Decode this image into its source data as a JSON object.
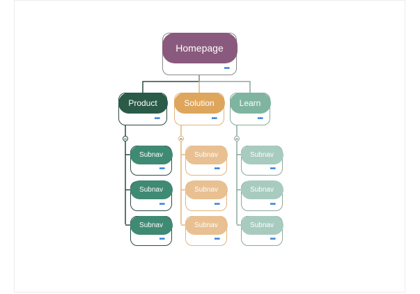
{
  "root": {
    "label": "Homepage",
    "color": "#8a5a7e",
    "more_icon": "ellipsis-icon"
  },
  "branches": [
    {
      "label": "Product",
      "color": "#2a5a48",
      "line": "#2a4a40",
      "sub_color": "#3f8a73",
      "subnavs": [
        "Subnav",
        "Subnav",
        "Subnav"
      ]
    },
    {
      "label": "Solution",
      "color": "#dea65c",
      "line": "#e2b47a",
      "sub_color": "#e8c092",
      "subnavs": [
        "Subnav",
        "Subnav",
        "Subnav"
      ]
    },
    {
      "label": "Learn",
      "color": "#7fb5a0",
      "line": "#8aa89c",
      "sub_color": "#a8cbbf",
      "subnavs": [
        "Subnav",
        "Subnav",
        "Subnav"
      ]
    }
  ]
}
